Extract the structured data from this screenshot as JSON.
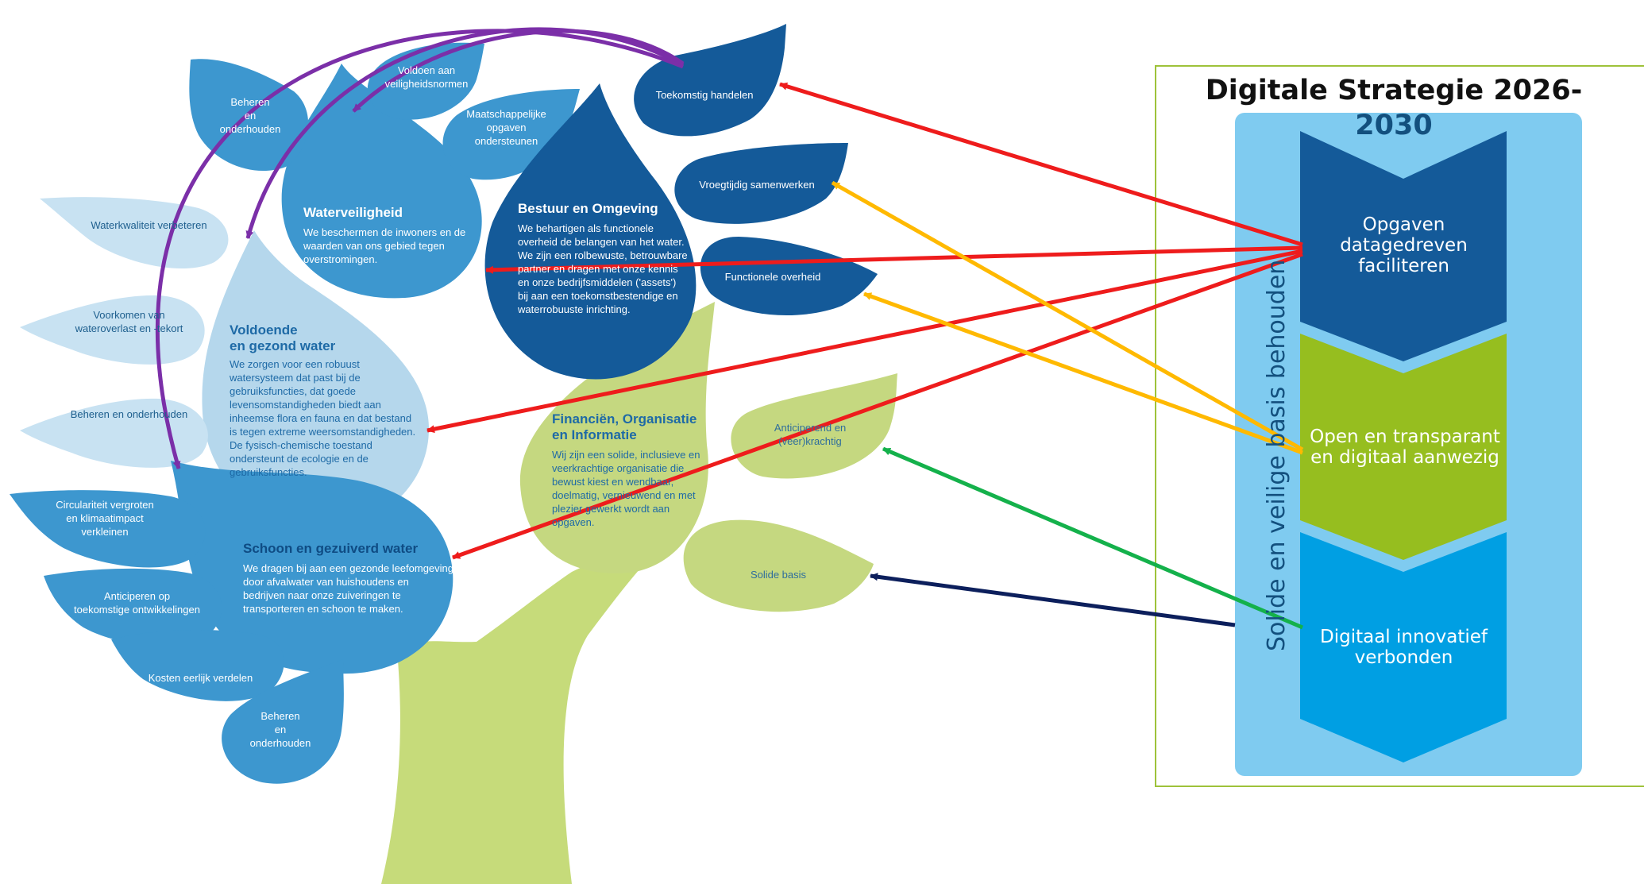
{
  "colors": {
    "navy": "#145a99",
    "mid_blue": "#3d97cf",
    "light_blue": "#b5d7ec",
    "lighter_blue": "#c8e2f2",
    "green_leaf": "#c5d880",
    "trunk": "#c6db7a",
    "panel_bg": "#7fcbf0",
    "chevron_dark": "#145a99",
    "chevron_green": "#96be1f",
    "chevron_cyan": "#009fe3",
    "arrow_red": "#ee1c1c",
    "arrow_yellow": "#ffb900",
    "arrow_green": "#14b14b",
    "arrow_navy": "#0c1f5c",
    "arrow_purple": "#7b2fa8",
    "panel_border": "#9ec23a"
  },
  "tree": {
    "leaves": {
      "beheren_top": "Beheren\nen\nonderhouden",
      "voldoen": "Voldoen aan\nveiligheidsnormen",
      "maatschappelijke": "Maatschappelijke\nopgaven\nondersteunen",
      "toekomstig": "Toekomstig handelen",
      "vroegtijdig": "Vroegtijdig samenwerken",
      "functionele": "Functionele overheid",
      "waterkwaliteit": "Waterkwaliteit verbeteren",
      "voorkomen": "Voorkomen van\nwateroverlast en -tekort",
      "beheren_mid": "Beheren en onderhouden",
      "circulariteit": "Circulariteit vergroten\nen klimaatimpact\nverkleinen",
      "anticiperen_toek": "Anticiperen op\ntoekomstige ontwikkelingen",
      "kosten": "Kosten eerlijk verdelen",
      "beheren_bottom": "Beheren\nen\nonderhouden",
      "anticiperend": "Anticiperend en\n(veer)krachtig",
      "solide": "Solide basis"
    },
    "waterveiligheid": {
      "title": "Waterveiligheid",
      "body": "We beschermen de inwoners en de waarden van ons gebied tegen overstromingen."
    },
    "bestuur": {
      "title": "Bestuur en Omgeving",
      "body": "We behartigen als functionele overheid de belangen van het water. We zijn een rolbewuste, betrouwbare partner en dragen met onze kennis en onze bedrijfsmiddelen ('assets') bij aan een toekomstbestendige en waterrobuuste inrichting."
    },
    "voldoende": {
      "title": "Voldoende\nen gezond water",
      "body": "We zorgen voor een robuust watersysteem dat past bij de gebruiksfuncties, dat goede levensomstandigheden biedt aan inheemse flora en fauna en dat bestand is tegen extreme weersomstandigheden. De fysisch-chemische toestand ondersteunt de ecologie en de gebruiksfuncties."
    },
    "financien": {
      "title": "Financiën, Organisatie\nen Informatie",
      "body": "Wij zijn een solide, inclusieve en veerkrachtige organisatie die bewust kiest en wendbaar, doelmatig, vernieuwend en met plezier gewerkt wordt aan opgaven."
    },
    "schoon": {
      "title": "Schoon en gezuiverd water",
      "body": "We dragen bij aan een gezonde leefomgeving door afvalwater van huishoudens en bedrijven naar onze zuiveringen te transporteren en schoon te maken."
    }
  },
  "strategy": {
    "title_line1": "Digitale Strategie 2026-",
    "title_line2": "2030",
    "vertical_label": "Solide en veilige basis behouden",
    "chevrons": [
      {
        "label": "Opgaven\ndatagedreven\nfaciliteren"
      },
      {
        "label": "Open en transparant\nen digitaal aanwezig"
      },
      {
        "label": "Digitaal innovatief\nverbonden"
      }
    ]
  }
}
